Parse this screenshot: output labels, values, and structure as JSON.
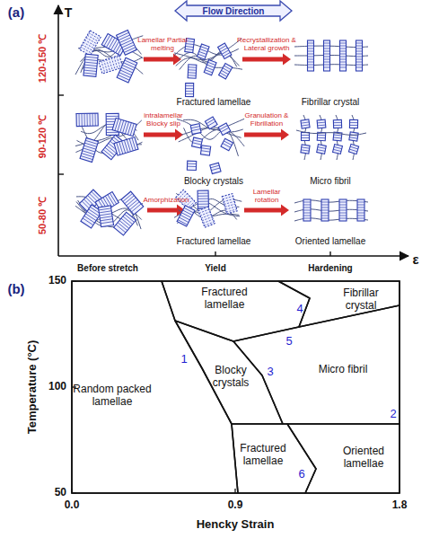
{
  "diagram": {
    "nodes": [
      {
        "text": [
          "Fractured lamellae"
        ]
      },
      {
        "text": [
          "Fibrillar crystal"
        ]
      },
      {
        "text": [
          "Random packed lamellae"
        ]
      },
      {
        "text": [
          "Blocky crystals"
        ]
      },
      {
        "text": [
          "Micro fibril"
        ]
      },
      {
        "text": [
          "Fractured lamellae"
        ]
      },
      {
        "text": [
          "Oriented lamellae"
        ]
      }
    ],
    "labels": [
      "(a)",
      "T",
      "120-150 ℃",
      "90-120 ℃",
      "50-80 ℃",
      "Flow Direction",
      "Lamellar Partial melting",
      "Recrystallization & Lateral growth",
      "Fractured lamellae",
      "Fibrillar crystal",
      "intralamellar Blocky slip",
      "Granulation & Fibrillation",
      "Blocky crystals",
      "Micro fibril",
      "Amorphization",
      "Lamellar rotation",
      "Fractured lamellae",
      "Oriented lamellae",
      "Before stretch",
      "Yield",
      "Hardening",
      "ε",
      "(b)",
      "150",
      "100",
      "50",
      "0.0",
      "0.9",
      "1.8",
      "Temperature (°C)",
      "Hencky Strain",
      "1",
      "2",
      "3",
      "4",
      "5",
      "6"
    ]
  }
}
